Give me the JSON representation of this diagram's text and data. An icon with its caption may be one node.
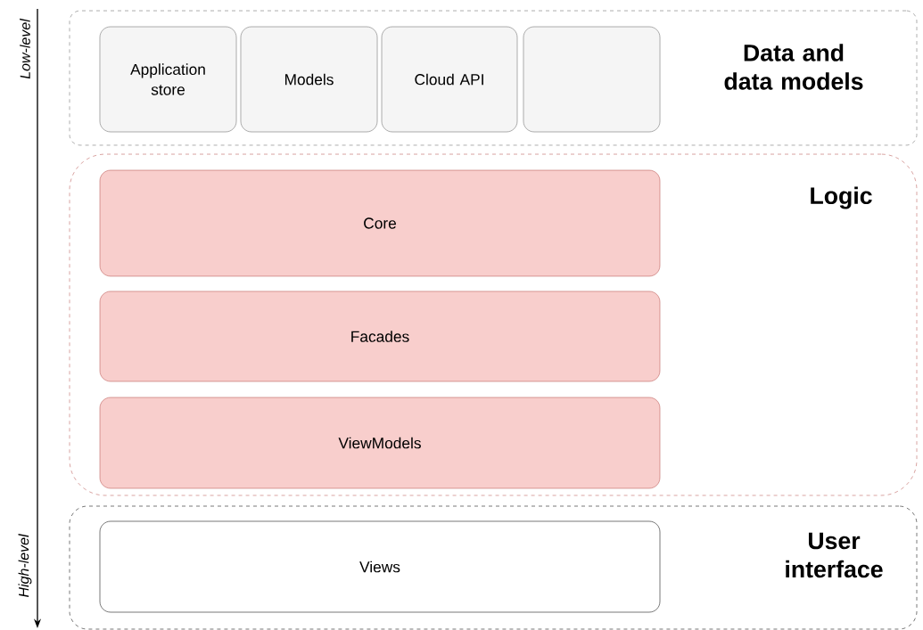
{
  "diagram": {
    "nodes": [
      {
        "text": [
          "Data and data models"
        ]
      },
      {
        "text": [
          "Application store"
        ],
        "in": 0
      },
      {
        "text": [
          "Models"
        ],
        "in": 0
      },
      {
        "text": [
          "Cloud API"
        ],
        "in": 0
      },
      {
        "text": [],
        "shape": "box",
        "in": 0
      },
      {
        "text": [
          "Logic"
        ]
      },
      {
        "text": [
          "Core"
        ],
        "in": 5
      },
      {
        "text": [
          "Facades"
        ],
        "in": 5
      },
      {
        "text": [
          "ViewModels"
        ],
        "in": 5
      },
      {
        "text": [
          "User interface"
        ]
      },
      {
        "text": [
          "Views"
        ],
        "in": 9
      }
    ],
    "labels": [
      "Low-level",
      "High-level"
    ]
  }
}
